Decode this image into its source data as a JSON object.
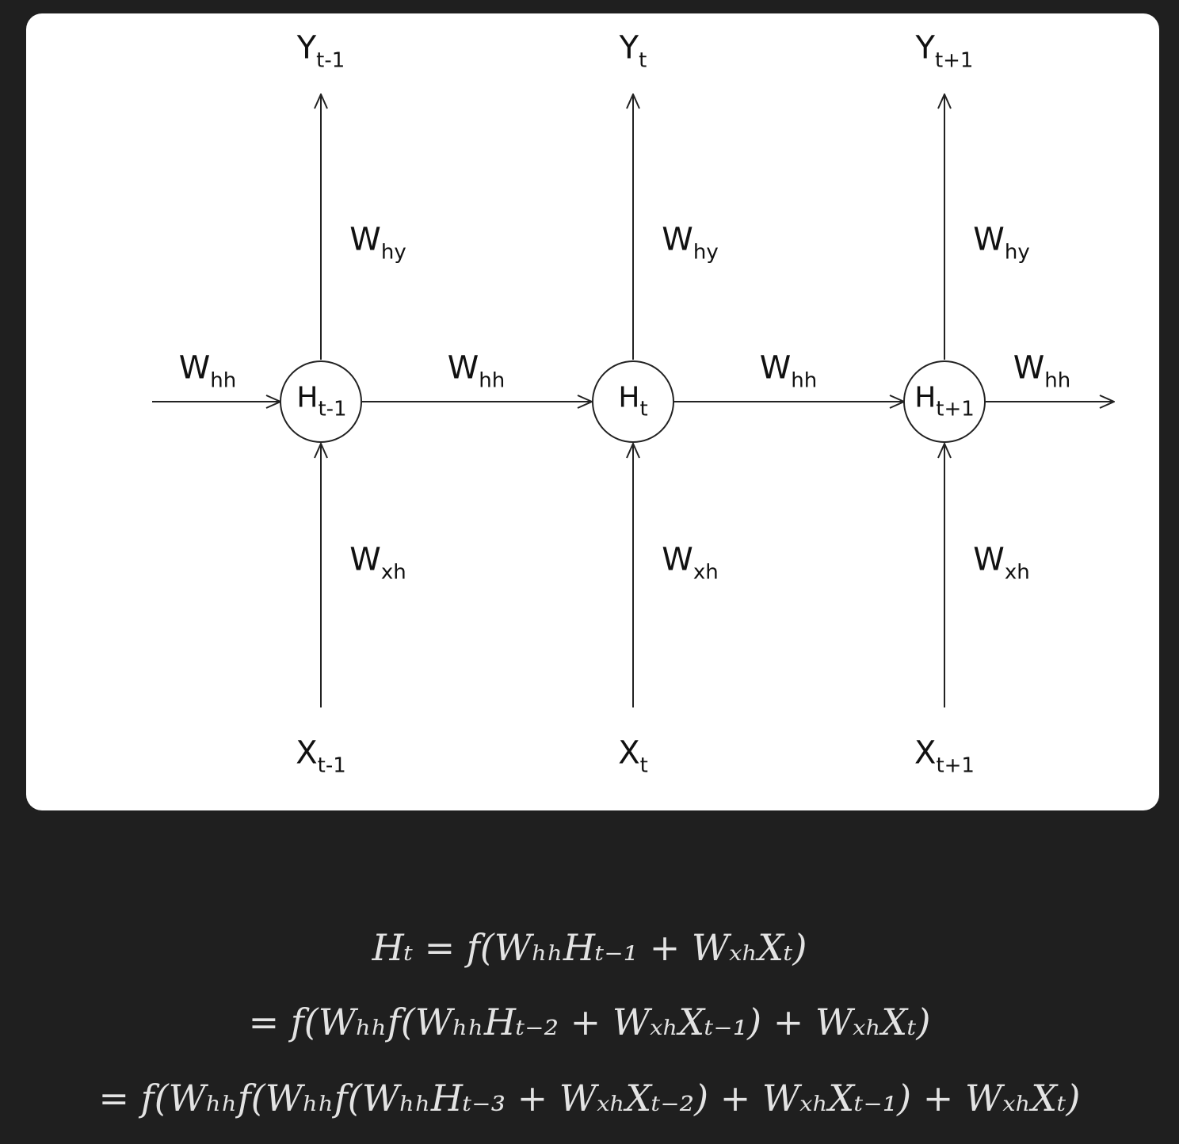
{
  "diagram": {
    "outputs": [
      {
        "base": "Y",
        "sub": "t-1"
      },
      {
        "base": "Y",
        "sub": "t"
      },
      {
        "base": "Y",
        "sub": "t+1"
      }
    ],
    "hidden": [
      {
        "base": "H",
        "sub": "t-1"
      },
      {
        "base": "H",
        "sub": "t"
      },
      {
        "base": "H",
        "sub": "t+1"
      }
    ],
    "inputs": [
      {
        "base": "X",
        "sub": "t-1"
      },
      {
        "base": "X",
        "sub": "t"
      },
      {
        "base": "X",
        "sub": "t+1"
      }
    ],
    "why": {
      "base": "W",
      "sub": "hy"
    },
    "wxh": {
      "base": "W",
      "sub": "xh"
    },
    "whh": {
      "base": "W",
      "sub": "hh"
    }
  },
  "formulas": [
    "Hₜ = f(WₕₕHₜ₋₁ + WₓₕXₜ)",
    "= f(Wₕₕf(WₕₕHₜ₋₂ + WₓₕXₜ₋₁) + WₓₕXₜ)",
    "= f(Wₕₕf(Wₕₕf(WₕₕHₜ₋₃ + WₓₕXₜ₋₂) + WₓₕXₜ₋₁) + WₓₕXₜ)"
  ]
}
